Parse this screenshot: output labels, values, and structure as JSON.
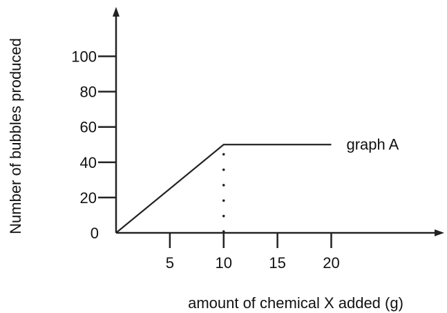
{
  "chart_data": {
    "type": "line",
    "xlabel": "amount of chemical X added (g)",
    "ylabel": "Number of bubbles produced",
    "x_ticks": [
      5,
      10,
      15,
      20
    ],
    "y_ticks": [
      0,
      20,
      40,
      60,
      80,
      100
    ],
    "xlim": [
      0,
      30.5
    ],
    "ylim": [
      0,
      128
    ],
    "series": [
      {
        "name": "graph A",
        "x": [
          0,
          10,
          20
        ],
        "y": [
          0,
          50,
          50
        ]
      }
    ],
    "guides": [
      {
        "type": "vertical-dotted",
        "x": 10,
        "y_from": 0,
        "y_to": 50
      }
    ],
    "grid": false
  }
}
